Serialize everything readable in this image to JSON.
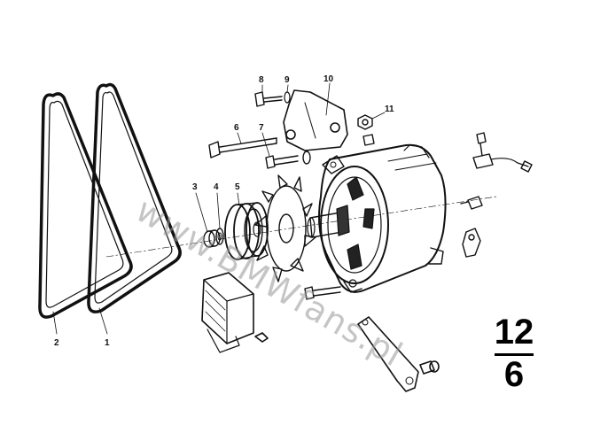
{
  "watermark": "www.BMWfans.pl",
  "group": {
    "top": "12",
    "bottom": "6"
  },
  "callouts": {
    "c1": "1",
    "c2": "2",
    "c3": "3",
    "c4": "4",
    "c5": "5",
    "c6": "6",
    "c7": "7",
    "c8": "8",
    "c9": "9",
    "c10": "10",
    "c11": "11"
  }
}
